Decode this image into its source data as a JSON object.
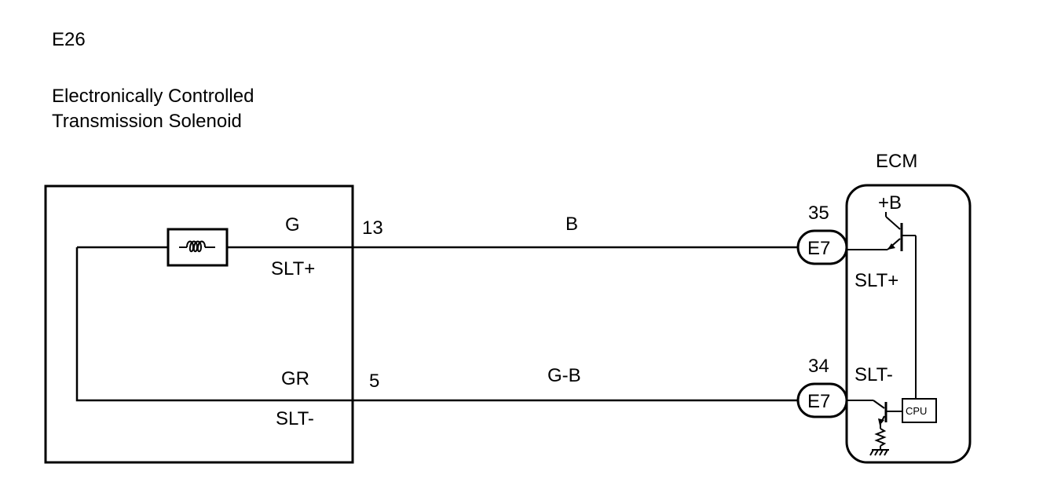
{
  "component": {
    "code": "E26",
    "name_line1": "Electronically Controlled",
    "name_line2": "Transmission Solenoid"
  },
  "ecm": {
    "label": "ECM",
    "supply": "+B",
    "cpu": "CPU"
  },
  "circuits": [
    {
      "wire_color_component_side": "G",
      "pin_component": "13",
      "wire_color": "B",
      "pin_ecm": "35",
      "connector": "E7",
      "signal_component": "SLT+",
      "signal_ecm": "SLT+"
    },
    {
      "wire_color_component_side": "GR",
      "pin_component": "5",
      "wire_color": "G-B",
      "pin_ecm": "34",
      "connector": "E7",
      "signal_component": "SLT-",
      "signal_ecm": "SLT-"
    }
  ]
}
